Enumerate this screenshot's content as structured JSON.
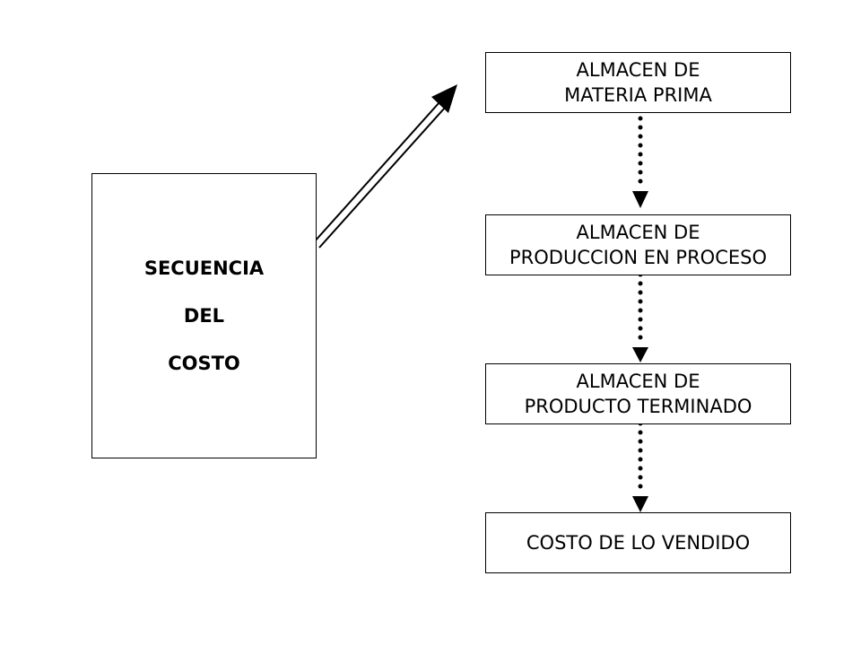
{
  "diagram": {
    "main_box": {
      "lines": [
        "SECUENCIA",
        "DEL",
        "COSTO"
      ]
    },
    "stages": [
      {
        "lines": [
          "ALMACEN DE",
          "MATERIA PRIMA"
        ]
      },
      {
        "lines": [
          "ALMACEN DE",
          "PRODUCCION EN PROCESO"
        ]
      },
      {
        "lines": [
          "ALMACEN DE",
          "PRODUCTO TERMINADO"
        ]
      },
      {
        "lines": [
          "COSTO DE LO VENDIDO"
        ]
      }
    ],
    "colors": {
      "stroke": "#000000",
      "background": "#ffffff"
    }
  }
}
